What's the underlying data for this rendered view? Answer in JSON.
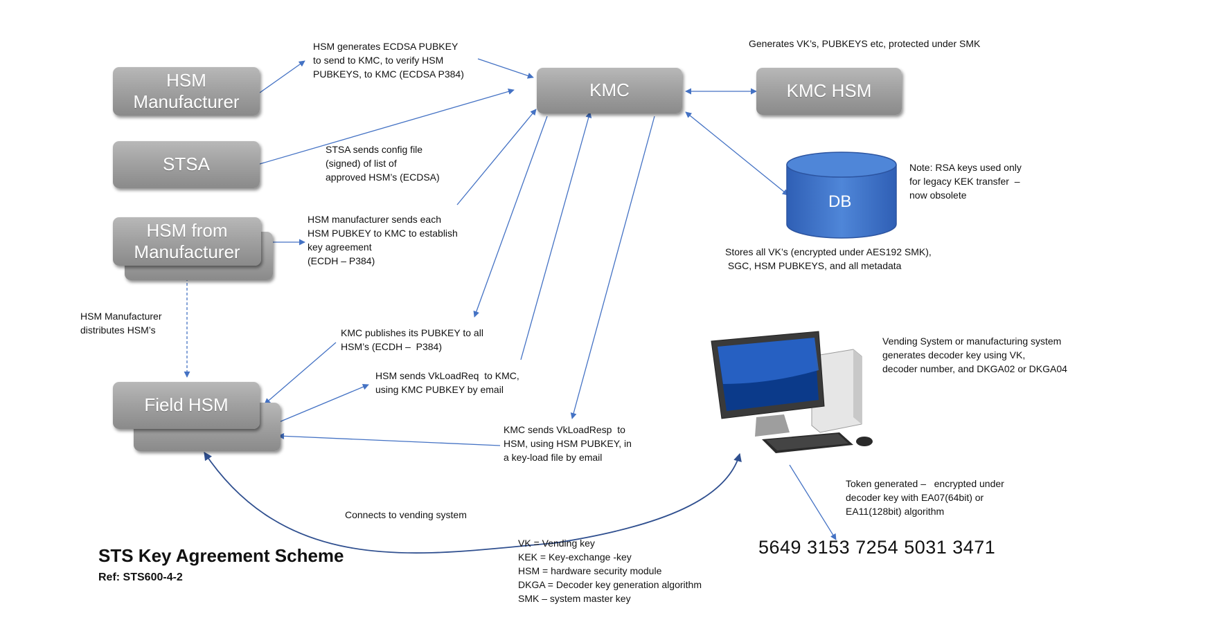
{
  "boxes": {
    "hsm_manufacturer": "HSM\nManufacturer",
    "stsa": "STSA",
    "hsm_from_manufacturer": "HSM from\nManufacturer",
    "field_hsm": "Field HSM",
    "kmc": "KMC",
    "kmc_hsm": "KMC HSM",
    "db": "DB"
  },
  "labels": {
    "ecdsa_pubkey": "HSM generates ECDSA PUBKEY\nto send to KMC, to verify HSM\nPUBKEYS, to KMC (ECDSA P384)",
    "generates_vk": "Generates VK’s, PUBKEYS etc, protected under SMK",
    "stsa_config": "STSA sends config file\n(signed) of list of\napproved HSM’s (ECDSA)",
    "rsa_note": "Note: RSA keys used only\nfor legacy KEK transfer  –\nnow obsolete",
    "hsm_pubkey_each": "HSM manufacturer sends each\nHSM PUBKEY to KMC to establish\nkey agreement\n(ECDH – P384)",
    "stores_all": "Stores all VK’s (encrypted under AES192 SMK),\n SGC, HSM PUBKEYS, and all metadata",
    "distributes": "HSM Manufacturer\ndistributes HSM’s",
    "kmc_publishes": "KMC publishes its PUBKEY to all\nHSM’s (ECDH –  P384)",
    "vending_system": "Vending System or manufacturing system\ngenerates decoder key using VK,\ndecoder number, and DKGA02 or DKGA04",
    "vkloadreq": "HSM sends VkLoadReq  to KMC,\nusing KMC PUBKEY by email",
    "vkloadresp": "KMC sends VkLoadResp  to\nHSM, using HSM PUBKEY, in\na key-load file by email",
    "token_generated": "Token generated –   encrypted under\ndecoder key with EA07(64bit) or\nEA11(128bit) algorithm",
    "connects": "Connects to vending system",
    "legend": "VK = Vending key\nKEK = Key-exchange -key\nHSM = hardware security module\nDKGA = Decoder key generation algorithm\nSMK – system master key"
  },
  "title": "STS Key Agreement Scheme",
  "subtitle": "Ref: STS600-4-2",
  "token_number": "5649 3153 7254 5031 3471",
  "colors": {
    "arrow": "#4472c4",
    "curve": "#2f4f8f",
    "box_fill": "#a6a6a6",
    "db_fill": "#4472c4"
  },
  "icons": {
    "computer": "desktop-computer-icon",
    "database": "database-cylinder-icon"
  }
}
